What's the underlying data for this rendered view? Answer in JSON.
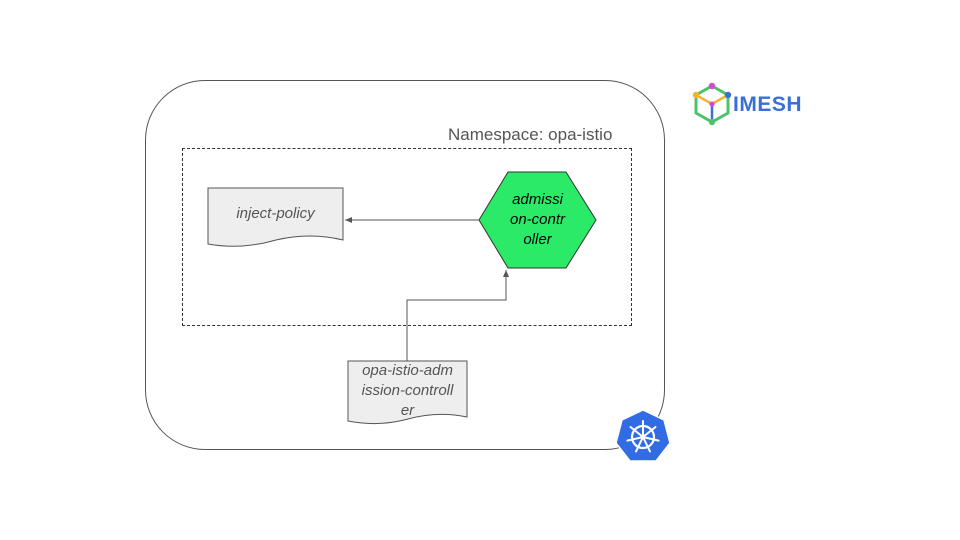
{
  "namespace": {
    "label": "Namespace: opa-istio"
  },
  "nodes": {
    "inject_policy": {
      "label": "inject-policy"
    },
    "admission_controller": {
      "lines": [
        "admissi",
        "on-contr",
        "oller"
      ],
      "fill": "#2bea68"
    },
    "opa_istio_admission_controller": {
      "lines": [
        "opa-istio-adm",
        "ission-controll",
        "er"
      ]
    }
  },
  "logo": {
    "brand": "IMESH"
  },
  "icons": {
    "kubernetes": "kubernetes-helm-icon",
    "imesh": "imesh-cube-icon"
  },
  "colors": {
    "kubernetes_blue": "#326ce5",
    "document_fill": "#eeeeee"
  }
}
